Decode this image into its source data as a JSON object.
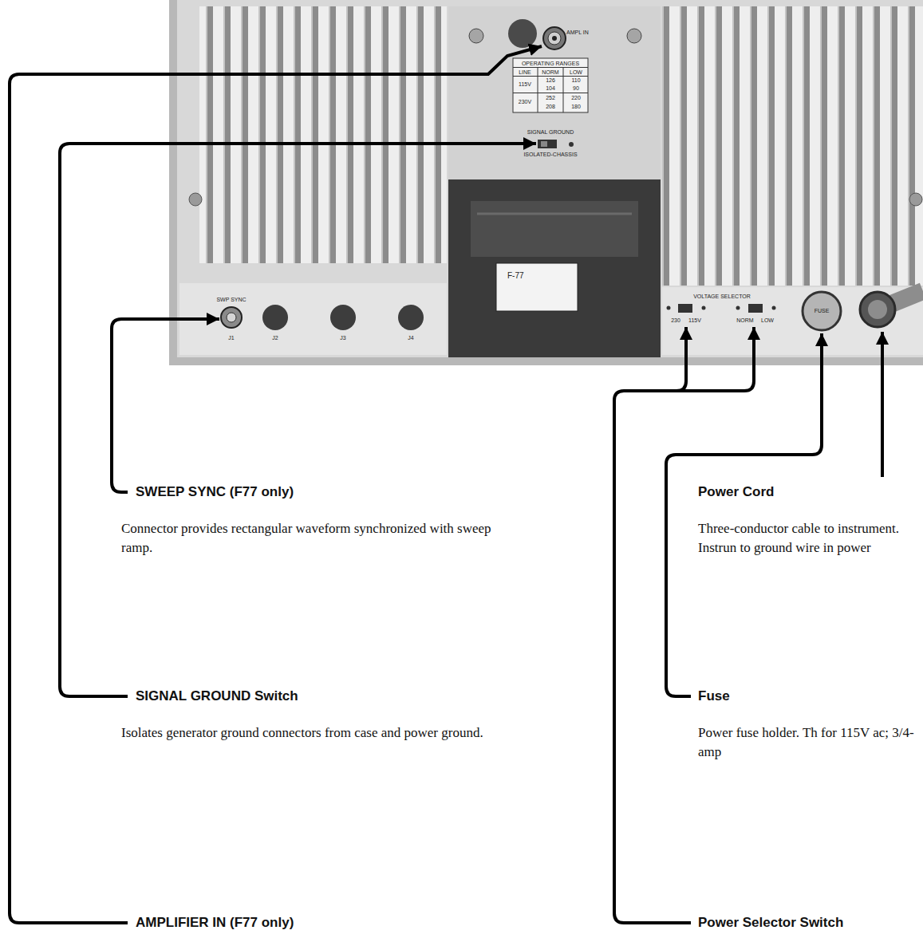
{
  "diagram": {
    "labels": [
      "AMPL IN",
      "OPERATING RANGES",
      "LINE",
      "NORM",
      "LOW",
      "115V",
      "126",
      "110",
      "104",
      "90",
      "230V",
      "252",
      "220",
      "208",
      "180",
      "SIGNAL GROUND",
      "ISOLATED-CHASSIS",
      "F-77",
      "SWP SYNC",
      "J1",
      "J2",
      "J3",
      "J4",
      "VOLTAGE SELECTOR",
      "230",
      "115V",
      "NORM",
      "LOW",
      "FUSE",
      "SWEEP SYNC (F77 only)",
      "Connector provides rectangular waveform synchronized with sweep ramp.",
      "Power Cord",
      "Three-conductor cable to instrument. Instrun to ground wire in power",
      "SIGNAL GROUND Switch",
      "Isolates generator ground connectors from case and power ground.",
      "Fuse",
      "Power fuse holder. Th for 115V ac; 3/4-amp",
      "AMPLIFIER IN (F77 only)",
      "Power Selector Switch"
    ]
  }
}
